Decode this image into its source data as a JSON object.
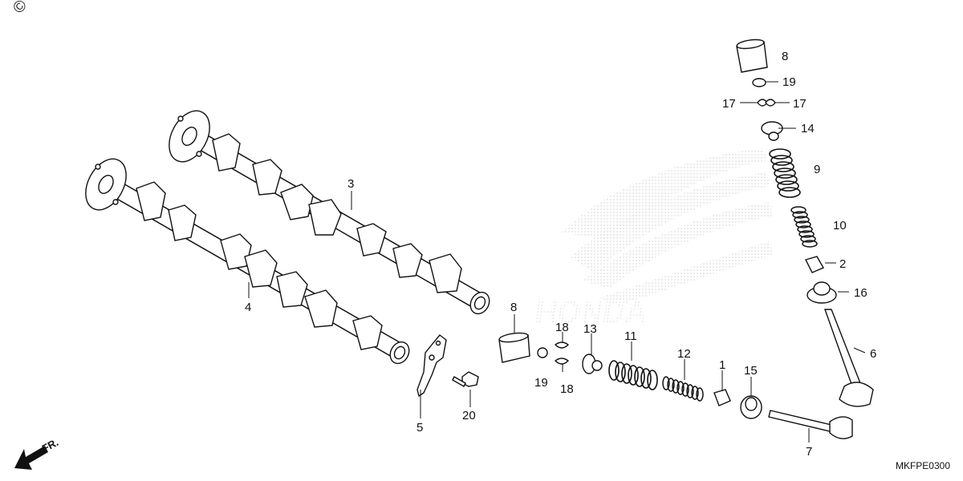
{
  "diagram": {
    "code": "MKFPE0300",
    "direction_label": "FR.",
    "copyright_glyph": "©",
    "watermark_text": "HONDA",
    "callouts": [
      {
        "id": "c3",
        "label": "3"
      },
      {
        "id": "c4",
        "label": "4"
      },
      {
        "id": "c5",
        "label": "5"
      },
      {
        "id": "c20",
        "label": "20"
      },
      {
        "id": "c8a",
        "label": "8"
      },
      {
        "id": "c19a",
        "label": "19"
      },
      {
        "id": "c18a",
        "label": "18"
      },
      {
        "id": "c18b",
        "label": "18"
      },
      {
        "id": "c13",
        "label": "13"
      },
      {
        "id": "c11",
        "label": "11"
      },
      {
        "id": "c12",
        "label": "12"
      },
      {
        "id": "c1",
        "label": "1"
      },
      {
        "id": "c15",
        "label": "15"
      },
      {
        "id": "c7",
        "label": "7"
      },
      {
        "id": "c6",
        "label": "6"
      },
      {
        "id": "c16",
        "label": "16"
      },
      {
        "id": "c2",
        "label": "2"
      },
      {
        "id": "c10",
        "label": "10"
      },
      {
        "id": "c9",
        "label": "9"
      },
      {
        "id": "c14",
        "label": "14"
      },
      {
        "id": "c17a",
        "label": "17"
      },
      {
        "id": "c17b",
        "label": "17"
      },
      {
        "id": "c19b",
        "label": "19"
      },
      {
        "id": "c8b",
        "label": "8"
      }
    ]
  }
}
